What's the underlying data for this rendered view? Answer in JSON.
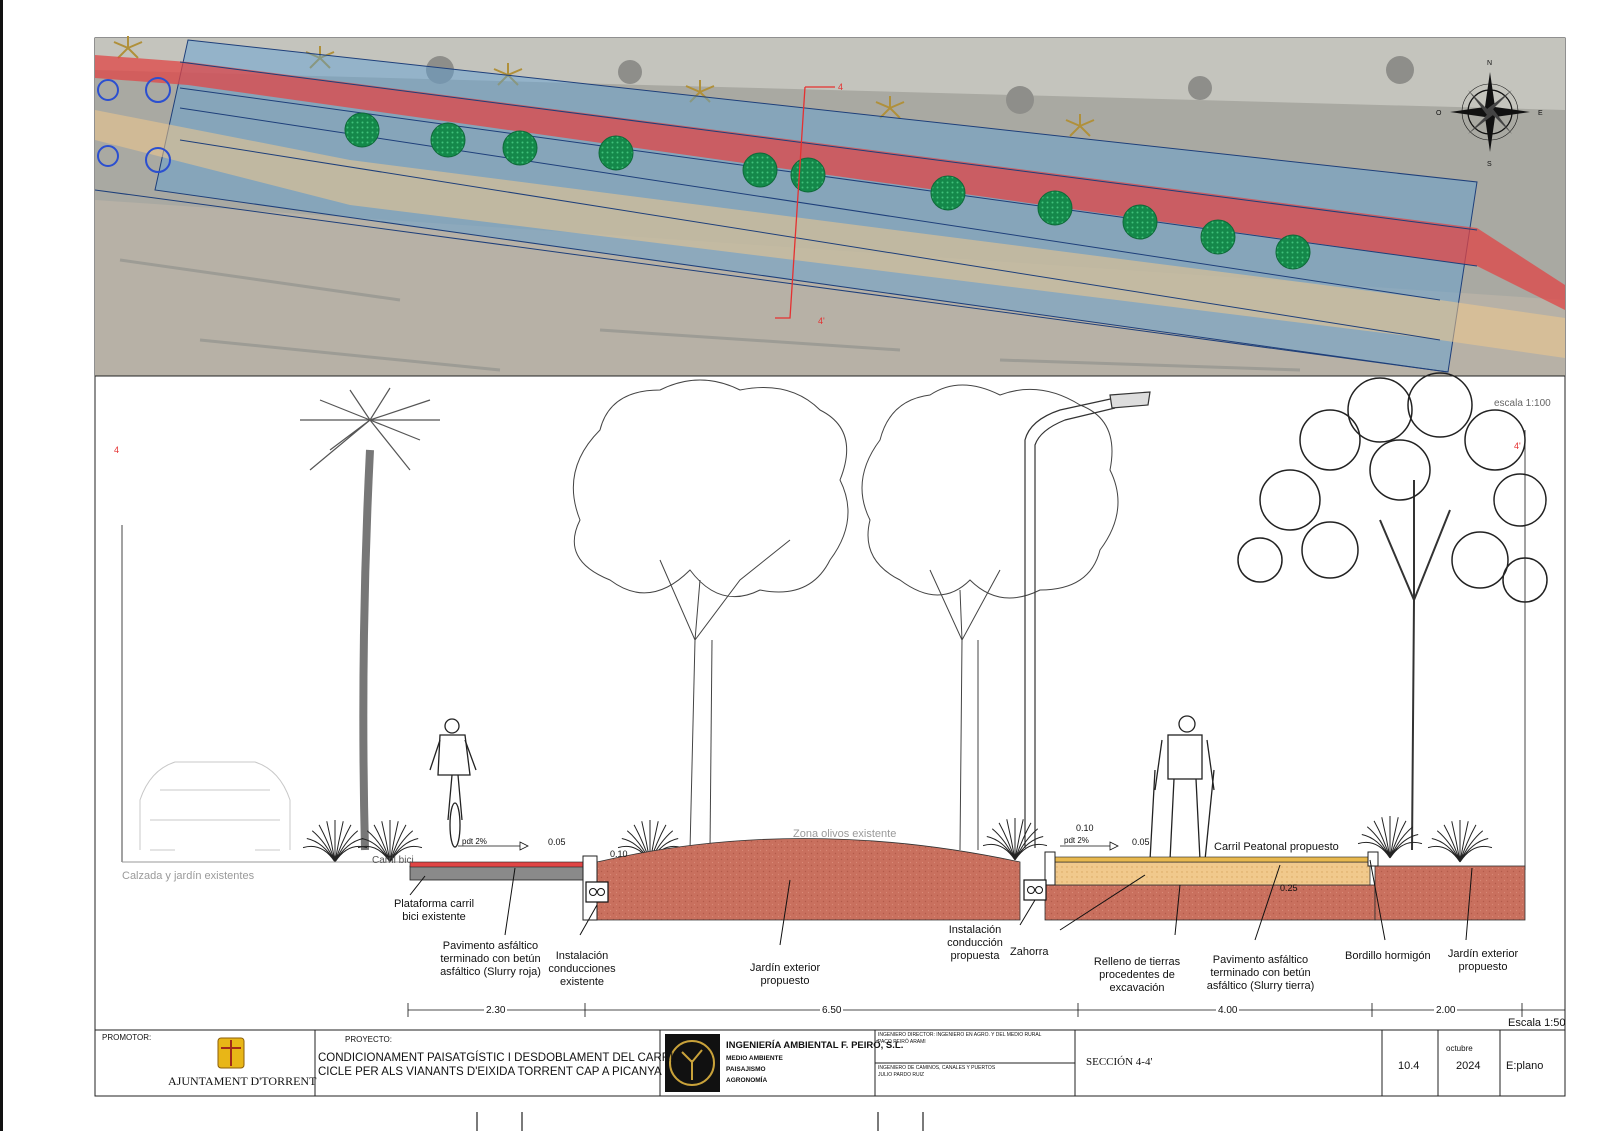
{
  "plan": {
    "compass": {
      "n": "N",
      "s": "S",
      "e": "E",
      "w": "O"
    },
    "section_marks": {
      "top": "4",
      "bottom": "4'"
    }
  },
  "section": {
    "scale_top": "escala 1:100",
    "left_mark": "4",
    "right_mark": "4'",
    "zone_label": "Zona olivos existente",
    "road_label": "Calzada y jardín existentes",
    "bike_lane_label": "Carril bici",
    "pedestrian_lane_label": "Carril Peatonal propuesto",
    "slope_bike": "pdt 2%",
    "slope_ped": "pdt 2%",
    "dims_small": [
      "0.05",
      "0.10",
      "0.10",
      "0.05",
      "0.25"
    ],
    "bottom_dims": [
      "2.30",
      "6.50",
      "4.00",
      "2.00"
    ],
    "scale_bottom": "Escala 1:50",
    "labels": {
      "plataforma": "Plataforma carril\nbici existente",
      "pav_bici": "Pavimento asfáltico\nterminado con betún\nasfáltico (Slurry roja)",
      "inst_existente": "Instalación\nconducciones\nexistente",
      "jardin_prop": "Jardín exterior\npropuesto",
      "inst_propuesta": "Instalación\nconducción\npropuesta",
      "zahorra": "Zahorra",
      "relleno": "Relleno de tierras\nprocedentes de\nexcavación",
      "pav_peatonal": "Pavimento asfáltico\nterminado con betún\nasfáltico (Slurry tierra)",
      "bordillo": "Bordillo hormigón",
      "jardin_ext": "Jardín exterior\npropuesto"
    }
  },
  "title_block": {
    "promotor_label": "PROMOTOR:",
    "promotor_name": "AJUNTAMENT D'TORRENT",
    "proyecto_label": "PROYECTO:",
    "proyecto_title": "CONDICIONAMENT PAISATGÍSTIC I DESDOBLAMENT DEL CARRIL\nCICLE PER ALS VIANANTS D'EIXIDA TORRENT CAP A PICANYA",
    "firm_name": "INGENIERÍA AMBIENTAL F. PEIRÓ, S.L.",
    "firm_lines": [
      "MEDIO AMBIENTE",
      "PAISAJISMO",
      "AGRONOMÍA"
    ],
    "engineer_line1": "INGENIERO DIRECTOR: INGENIERO EN AGRO. Y DEL MEDIO RURAL",
    "engineer_line2": "PACO PEIRÓ ARAMI",
    "engineer_line3": "INGENIERO DE CAMINOS, CANALES Y PUERTOS",
    "engineer_line4": "JULIO PARDO RUIZ",
    "plan_title": "SECCIÓN 4-4'",
    "plan_number": "10.4",
    "month": "octubre",
    "year": "2024",
    "scale_label": "E:plano"
  },
  "colors": {
    "bike_red": "#e04545",
    "soil": "#c9705e",
    "zahorra": "#f1c98c",
    "tree_green": "#1f8f4e",
    "overlay_blue": "#5a9fd6"
  }
}
